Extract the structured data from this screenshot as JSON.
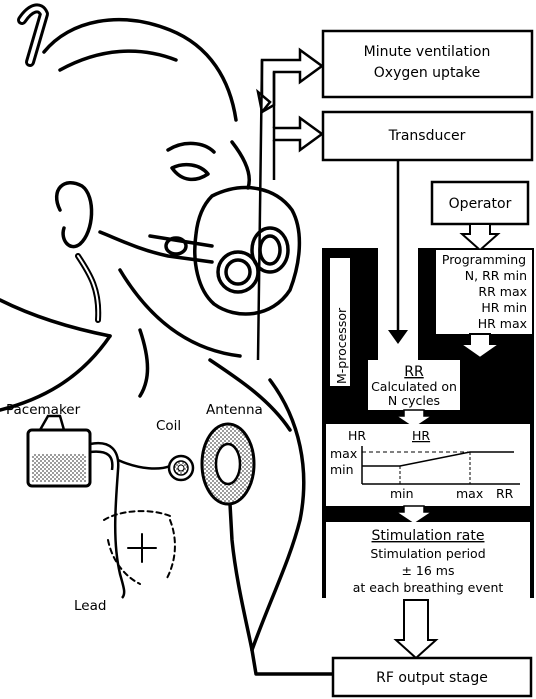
{
  "diagram": {
    "boxes": {
      "minute_ventilation": {
        "line1": "Minute ventilation",
        "line2": "Oxygen uptake"
      },
      "transducer": {
        "label": "Transducer"
      },
      "operator": {
        "label": "Operator"
      },
      "programming": {
        "title": "Programming",
        "lines": [
          "N, RR min",
          "RR max",
          "HR min",
          "HR max"
        ]
      },
      "m_processor": {
        "label": "M-processor"
      },
      "rr": {
        "title": "RR",
        "line1": "Calculated on",
        "line2": "N cycles"
      },
      "graph": {
        "hr_axis": "HR",
        "hr_title": "HR",
        "max_y": "max",
        "min_y": "min",
        "min_x": "min",
        "max_x": "max",
        "rr_axis": "RR"
      },
      "stimulation": {
        "title": "Stimulation rate",
        "line1": "Stimulation period",
        "line2": "± 16 ms",
        "line3": "at each breathing event"
      },
      "rf_output": {
        "label": "RF output stage"
      }
    },
    "figure_labels": {
      "pacemaker": "Pacemaker",
      "coil": "Coil",
      "antenna": "Antenna",
      "lead": "Lead"
    }
  },
  "colors": {
    "ink": "#000000",
    "paper": "#ffffff",
    "hatch": "#777777"
  }
}
